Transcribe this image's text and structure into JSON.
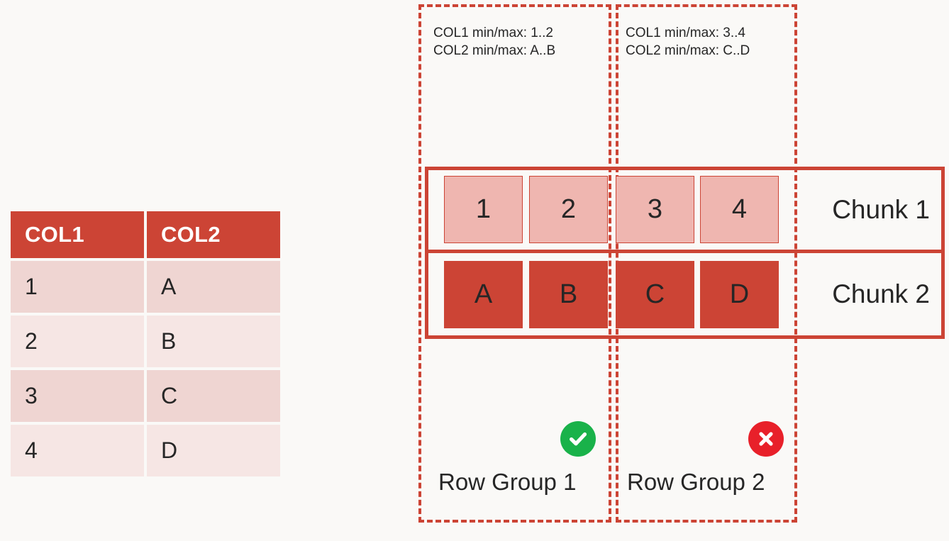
{
  "background_color": "#faf9f7",
  "palette": {
    "brand_red": "#cc4435",
    "cell_light": "#efb6b0",
    "cell_dark": "#cc4435",
    "table_row_odd": "#efd5d2",
    "table_row_even": "#f6e6e4",
    "text": "#262626",
    "success_green": "#19b24a",
    "error_red": "#e8202a"
  },
  "source_table": {
    "headers": [
      "COL1",
      "COL2"
    ],
    "rows": [
      [
        "1",
        "A"
      ],
      [
        "2",
        "B"
      ],
      [
        "3",
        "C"
      ],
      [
        "4",
        "D"
      ]
    ]
  },
  "diagram": {
    "row_groups": [
      {
        "caption": "Row Group 1",
        "status_icon": "check-circle-icon",
        "minmax": {
          "col1": "COL1 min/max: 1..2",
          "col2": "COL2 min/max: A..B"
        },
        "cells": [
          {
            "value": "1",
            "shade": "light"
          },
          {
            "value": "2",
            "shade": "light"
          },
          {
            "value": "A",
            "shade": "dark"
          },
          {
            "value": "B",
            "shade": "dark"
          }
        ]
      },
      {
        "caption": "Row Group 2",
        "status_icon": "x-circle-icon",
        "minmax": {
          "col1": "COL1 min/max: 3..4",
          "col2": "COL2 min/max: C..D"
        },
        "cells": [
          {
            "value": "3",
            "shade": "light"
          },
          {
            "value": "4",
            "shade": "light"
          },
          {
            "value": "C",
            "shade": "dark"
          },
          {
            "value": "D",
            "shade": "dark"
          }
        ]
      }
    ],
    "chunks": [
      {
        "label": "Chunk 1",
        "values": [
          "1",
          "2",
          "3",
          "4"
        ]
      },
      {
        "label": "Chunk 2",
        "values": [
          "A",
          "B",
          "C",
          "D"
        ]
      }
    ]
  }
}
